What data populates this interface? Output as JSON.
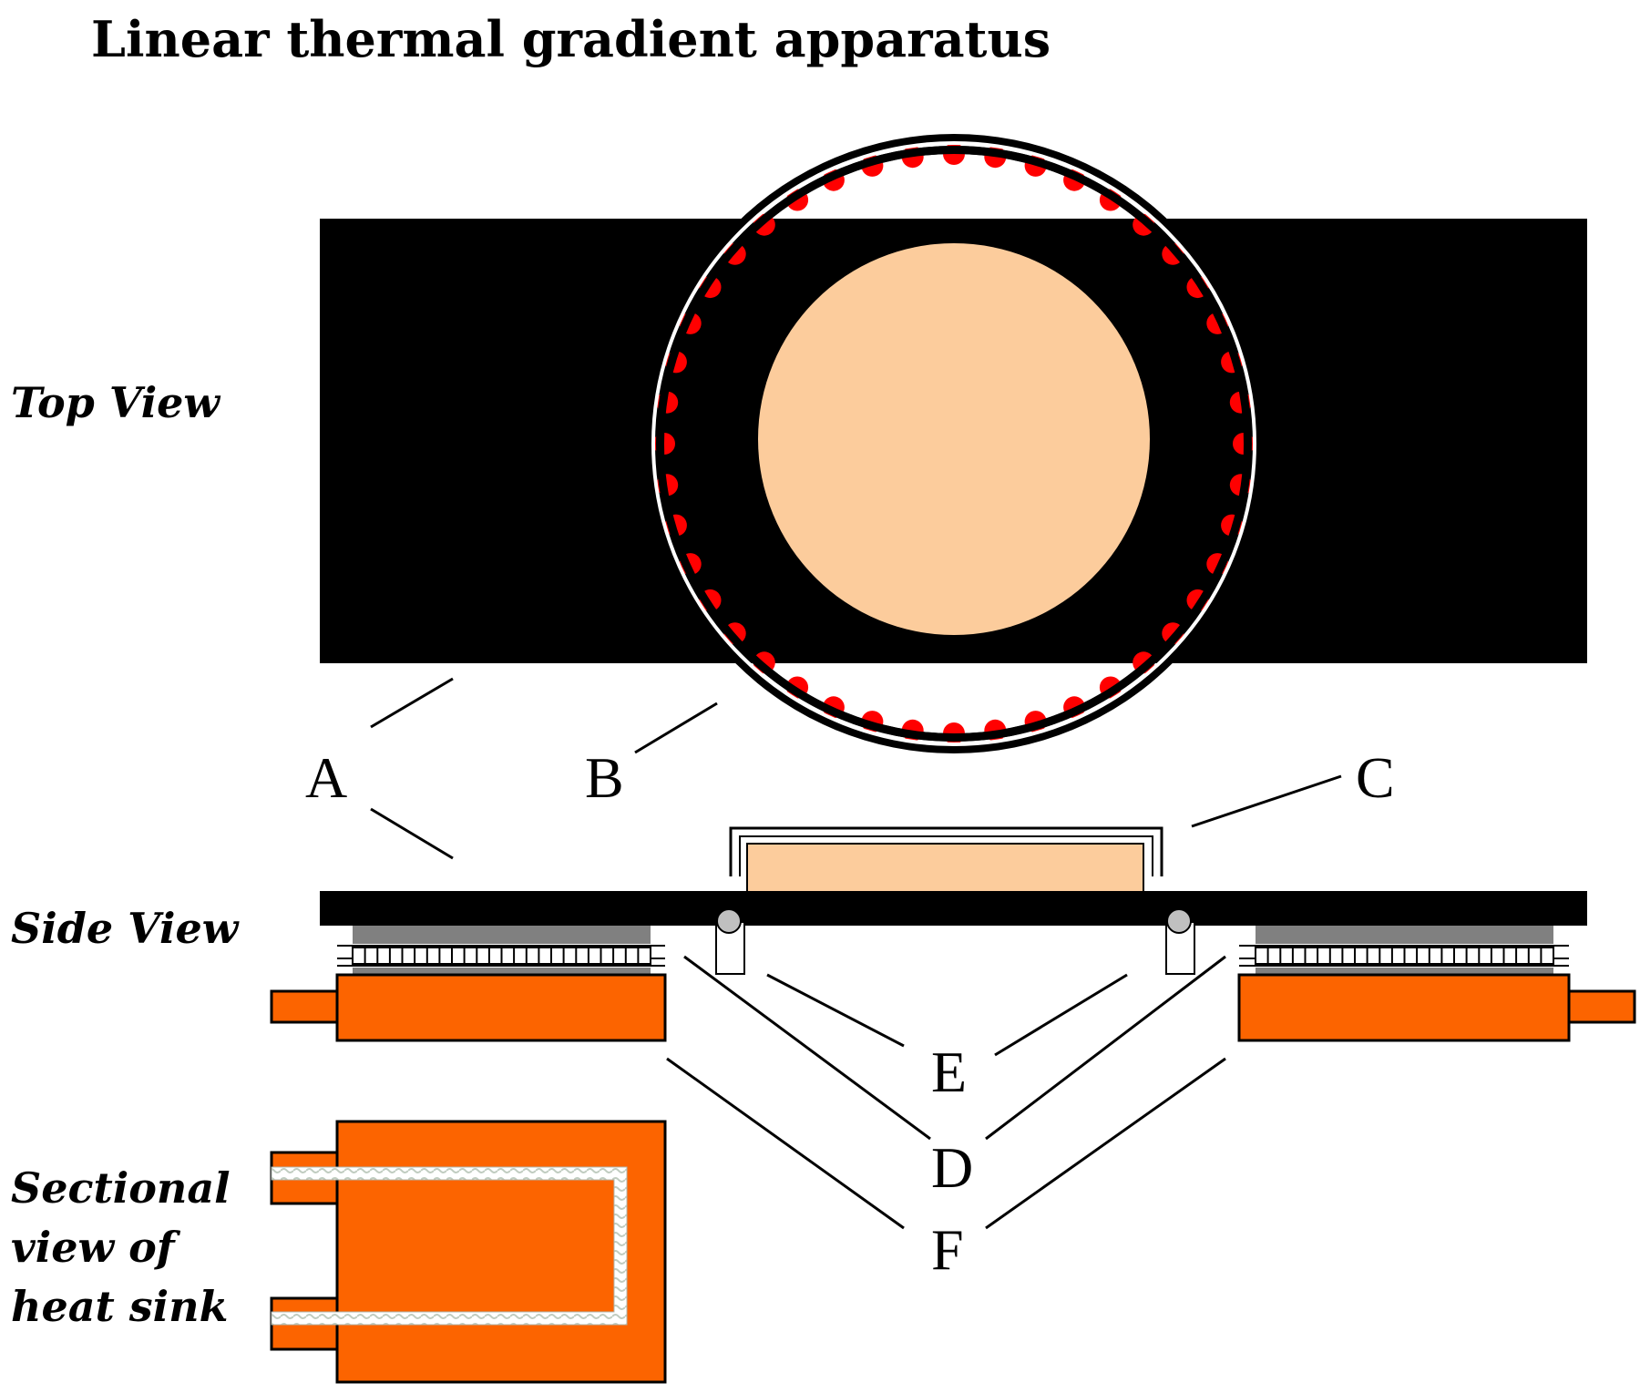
{
  "title": "Linear thermal gradient apparatus",
  "view_labels": {
    "top": "Top View",
    "side": "Side View",
    "sectional": [
      "Sectional",
      "view of",
      "heat sink"
    ]
  },
  "callouts": {
    "a": "A",
    "b": "B",
    "c": "C",
    "d": "D",
    "e": "E",
    "f": "F"
  },
  "colors": {
    "plate": "#000000",
    "sample": "#fccc9c",
    "heat_sink": "#fc6400",
    "marker": "#ff0000",
    "spacer": "#808080",
    "rod": "#c0c0c0",
    "channel": "#ffffff"
  }
}
